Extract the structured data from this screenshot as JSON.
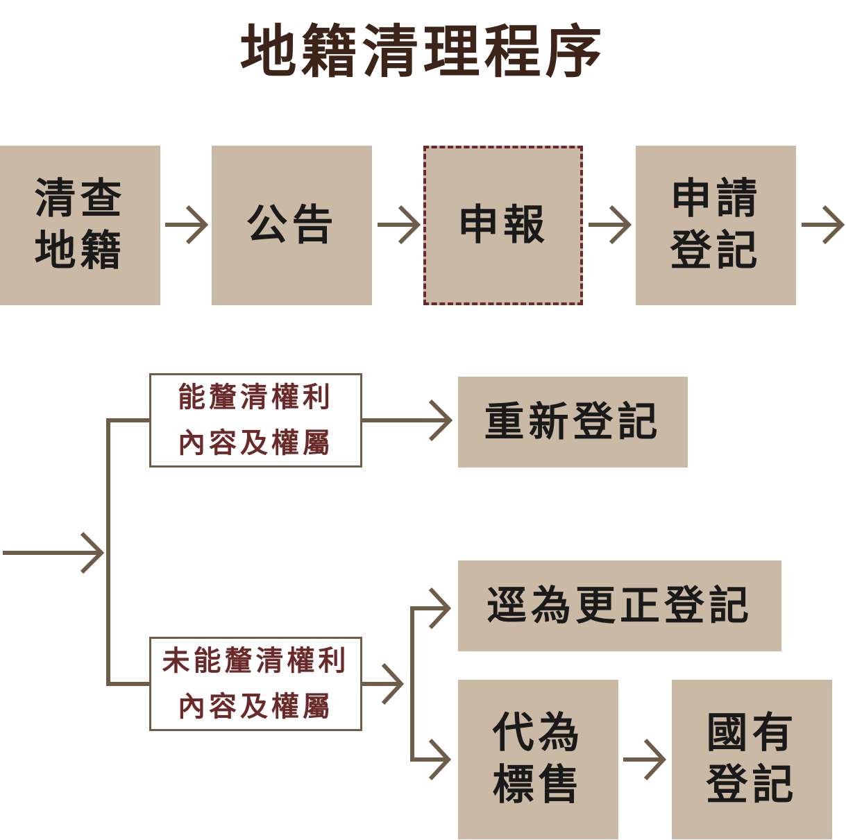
{
  "title": "地籍清理程序",
  "colors": {
    "box_fill": "#c9b9a5",
    "arrow": "#6e5e49",
    "title_text": "#3d2418",
    "condition_text": "#6b2a2a",
    "dashed_border": "#6b2a2a"
  },
  "top_flow": [
    {
      "lines": [
        "清查",
        "地籍"
      ]
    },
    {
      "lines": [
        "公告"
      ]
    },
    {
      "lines": [
        "申報"
      ],
      "dashed": true
    },
    {
      "lines": [
        "申請",
        "登記"
      ]
    }
  ],
  "branches": {
    "clear": {
      "condition": [
        "能釐清權利",
        "內容及權屬"
      ],
      "result": "重新登記"
    },
    "unclear": {
      "condition": [
        "未能釐清權利",
        "內容及權屬"
      ],
      "results": {
        "correction": "逕為更正登記",
        "sale": [
          "代為",
          "標售"
        ],
        "state": [
          "國有",
          "登記"
        ]
      }
    }
  }
}
